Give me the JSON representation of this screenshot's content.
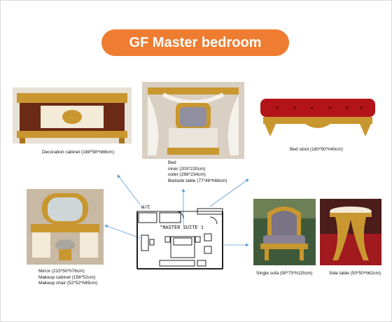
{
  "page": {
    "title": "GF Master bedroom"
  },
  "colors": {
    "accent": "#ee7d31",
    "arrow": "#5b9bd5",
    "gold": "#c9972f",
    "red": "#b3141a",
    "ivory": "#f3ead8"
  },
  "items": {
    "decoration_cabinet": {
      "caption": "Decoration cabinet (188*58*h88cm)"
    },
    "bed": {
      "lines": [
        "Bed",
        "inner  (200*220cm)",
        "outer  (266*234cm)",
        "Bedside table  (77*46*h68cm)"
      ]
    },
    "bed_stool": {
      "caption": "Bed stool (180*50*h40cm)"
    },
    "mirror_set": {
      "lines": [
        "Mirror  (215*50*h76cm)",
        "Makeup cabinet  (156*52cm)",
        "Makeup chair  (52*52*h49cm)"
      ]
    },
    "single_sofa": {
      "caption": "Single sofa (90*75*h115cm)"
    },
    "side_table": {
      "caption": "Side table (50*50*h62cm)"
    }
  },
  "floor_plan": {
    "room_label": "*MASTER SUITE 1",
    "wc_label": "W/C"
  }
}
